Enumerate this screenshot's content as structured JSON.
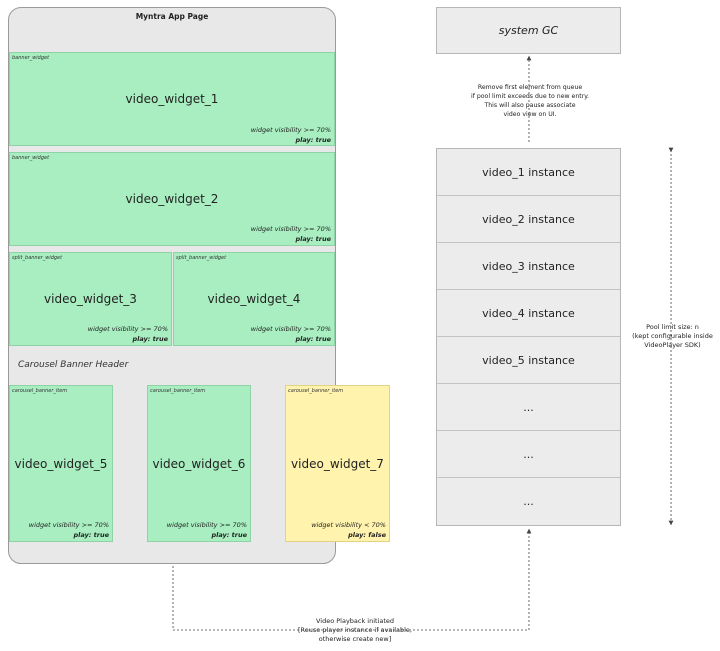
{
  "app": {
    "title": "Myntra App Page"
  },
  "widgets": [
    {
      "tag": "banner_widget",
      "name": "video_widget_1",
      "visibility": "widget visibility >= 70%",
      "play": "play: true"
    },
    {
      "tag": "banner_widget",
      "name": "video_widget_2",
      "visibility": "widget visibility >= 70%",
      "play": "play: true"
    },
    {
      "tag": "split_banner_widget",
      "name": "video_widget_3",
      "visibility": "widget visibility >= 70%",
      "play": "play: true"
    },
    {
      "tag": "split_banner_widget",
      "name": "video_widget_4",
      "visibility": "widget visibility >= 70%",
      "play": "play: true"
    },
    {
      "tag": "carousel_banner_item",
      "name": "video_widget_5",
      "visibility": "widget visibility >= 70%",
      "play": "play: true"
    },
    {
      "tag": "carousel_banner_item",
      "name": "video_widget_6",
      "visibility": "widget visibility >= 70%",
      "play": "play: true"
    },
    {
      "tag": "carousel_banner_item",
      "name": "video_widget_7",
      "visibility": "widget visibility < 70%",
      "play": "play: false"
    }
  ],
  "carousel": {
    "header": "Carousel Banner Header"
  },
  "gc": {
    "title": "system GC",
    "note": [
      "Remove first element from queue",
      "if pool limit exceeds due to new entry.",
      "This will also pause associate",
      "video view on UI."
    ]
  },
  "pool": {
    "items": [
      "video_1 instance",
      "video_2 instance",
      "video_3 instance",
      "video_4 instance",
      "video_5 instance",
      "...",
      "...",
      "..."
    ],
    "note": [
      "Pool limit size: n",
      "(kept configurable inside",
      "VideoPlayer SDK)"
    ]
  },
  "playback": {
    "note": [
      "Video Playback initiated",
      "[Reuse player instance if available,",
      "otherwise create new]"
    ]
  },
  "colors": {
    "active": "#a8eec0",
    "inactive": "#fff3ae",
    "phone": "#e8e8e8",
    "pool": "#ececec"
  }
}
